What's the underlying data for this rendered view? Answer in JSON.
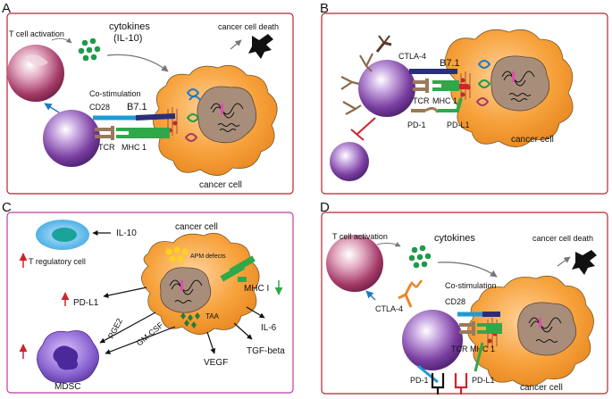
{
  "panels": {
    "A": {
      "letter": "A",
      "labels": {
        "t_cell_activation": "T cell activation",
        "cytokines": "cytokines",
        "il10": "(IL-10)",
        "cancer_cell_death": "cancer cell death",
        "co_stimulation": "Co-stimulation",
        "cd28": "CD28",
        "b71": "B7.1",
        "tcr": "TCR",
        "mhc1": "MHC 1",
        "cancer_cell": "cancer cell"
      }
    },
    "B": {
      "letter": "B",
      "labels": {
        "ctla4": "CTLA-4",
        "b71": "B7.1",
        "tcr": "TCR",
        "mhc1": "MHC 1",
        "pd1": "PD-1",
        "pdl1": "PD-L1",
        "cancer_cell": "cancer cell"
      }
    },
    "C": {
      "letter": "C",
      "labels": {
        "cancer_cell": "cancer cell",
        "il10": "IL-10",
        "t_regulatory_cell": "T regulatory cell",
        "apm_defects": "APM defects",
        "mhc_i": "MHC I",
        "pdl1": "PD-L1",
        "taa": "TAA",
        "il6": "IL-6",
        "pge2": "PGE2",
        "gmcsf": "GM-CSF",
        "tgf_beta": "TGF-beta",
        "vegf": "VEGF",
        "mdsc": "MDSC"
      }
    },
    "D": {
      "letter": "D",
      "labels": {
        "t_cell_activation": "T cell activation",
        "cytokines": "cytokines",
        "cancer_cell_death": "cancer cell death",
        "co_stimulation": "Co-stimulation",
        "ctla4": "CTLA-4",
        "cd28": "CD28",
        "tcr": "TCR",
        "mhc1": "MHC 1",
        "pd1": "PD-1",
        "pdl1": "PD-L1",
        "cancer_cell": "cancer cell"
      }
    }
  },
  "colors": {
    "panel_border": "#b3262f",
    "panel_c_border": "#c03aa8",
    "cancer_cell": "#f7a23c",
    "nucleus": "#a88e7a",
    "t_cell": "#7b3fa1",
    "activated_t_cell": "#a03a66",
    "cytokine": "#1f9a4a",
    "cd28": "#1e9ad6",
    "b71": "#2a2f7a",
    "mhc": "#2fa84a",
    "inhibit": "#d0232a"
  }
}
